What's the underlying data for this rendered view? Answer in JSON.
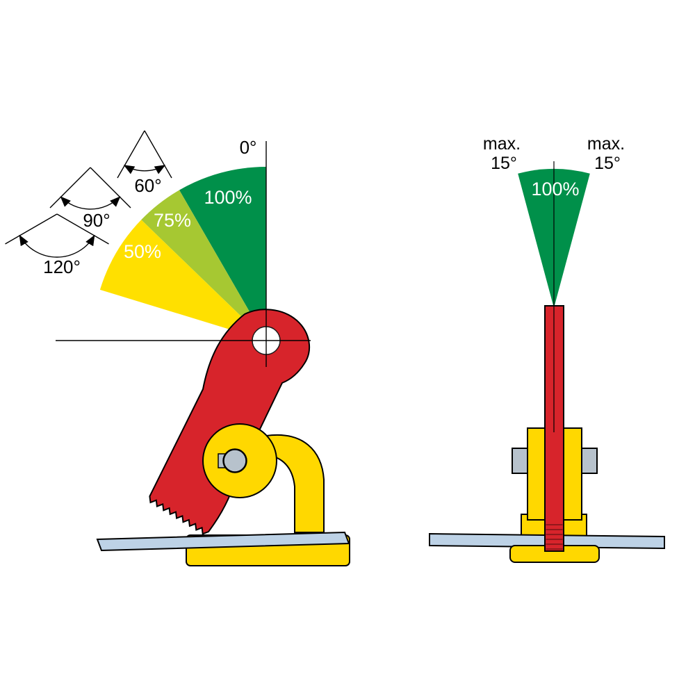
{
  "colors": {
    "green": "#00904a",
    "yellow_green": "#a6c832",
    "yellow": "#ffe000",
    "red": "#d7242b",
    "clamp_yellow": "#ffd800",
    "steel_plate": "#bdd2e6",
    "bolt_gray": "#b7c2cc",
    "thread_dark": "#7c1418",
    "line_black": "#000000",
    "label_white": "#ffffff"
  },
  "side_view": {
    "zero_label": "0°",
    "angles": [
      {
        "label": "60°"
      },
      {
        "label": "90°"
      },
      {
        "label": "120°"
      }
    ],
    "sectors": [
      {
        "label": "100%"
      },
      {
        "label": "75%"
      },
      {
        "label": "50%"
      }
    ]
  },
  "front_view": {
    "left_max": {
      "line1": "max.",
      "line2": "15°"
    },
    "right_max": {
      "line1": "max.",
      "line2": "15°"
    },
    "sector_label": "100%"
  }
}
